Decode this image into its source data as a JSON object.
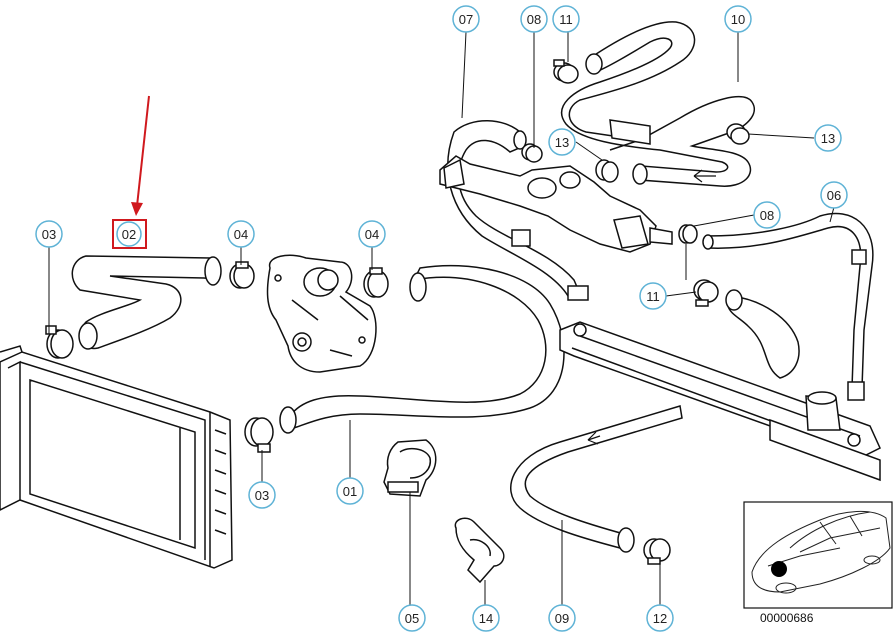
{
  "diagram": {
    "reference_number": "00000686",
    "highlight_color": "#d0191e",
    "callout_color": "#5fb3d6",
    "highlighted_part": "02",
    "callouts": {
      "c01": "01",
      "c02": "02",
      "c03a": "03",
      "c03b": "03",
      "c04a": "04",
      "c04b": "04",
      "c05": "05",
      "c06": "06",
      "c07": "07",
      "c08a": "08",
      "c08b": "08",
      "c09": "09",
      "c10": "10",
      "c11a": "11",
      "c11b": "11",
      "c12": "12",
      "c13a": "13",
      "c13b": "13",
      "c14": "14"
    }
  }
}
